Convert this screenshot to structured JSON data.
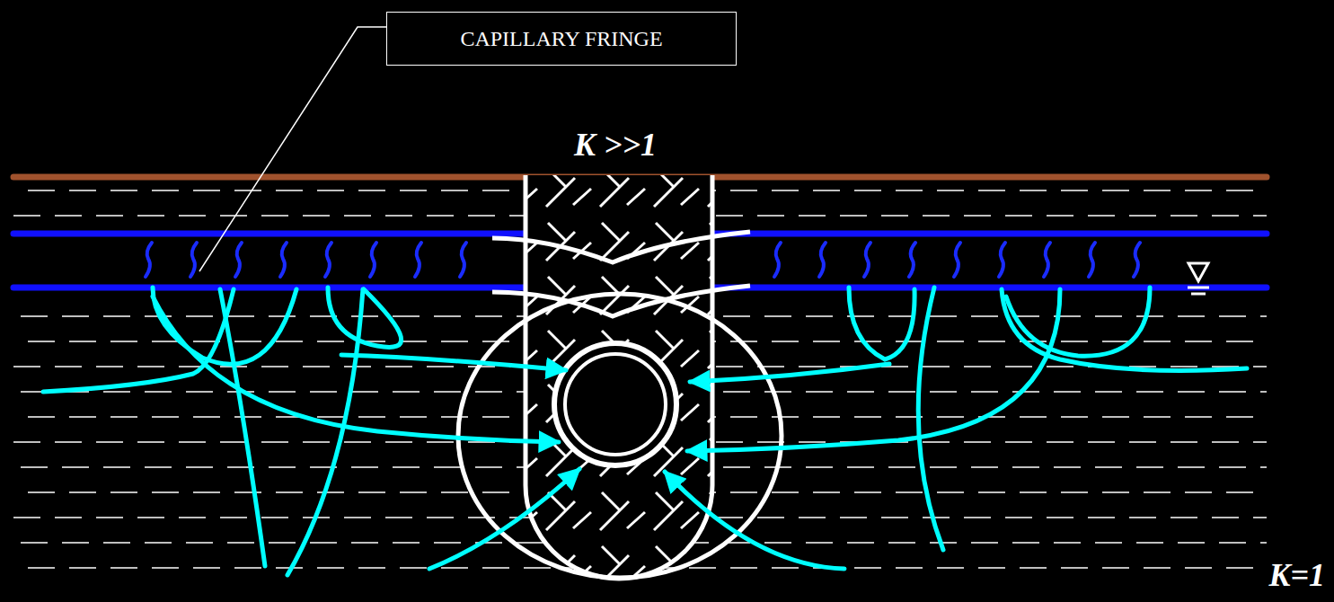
{
  "diagram": {
    "nodes": [
      {
        "text": [
          "CAPILLARY FRINGE"
        ]
      }
    ],
    "labels": [
      "K >>1",
      "K=1"
    ]
  }
}
